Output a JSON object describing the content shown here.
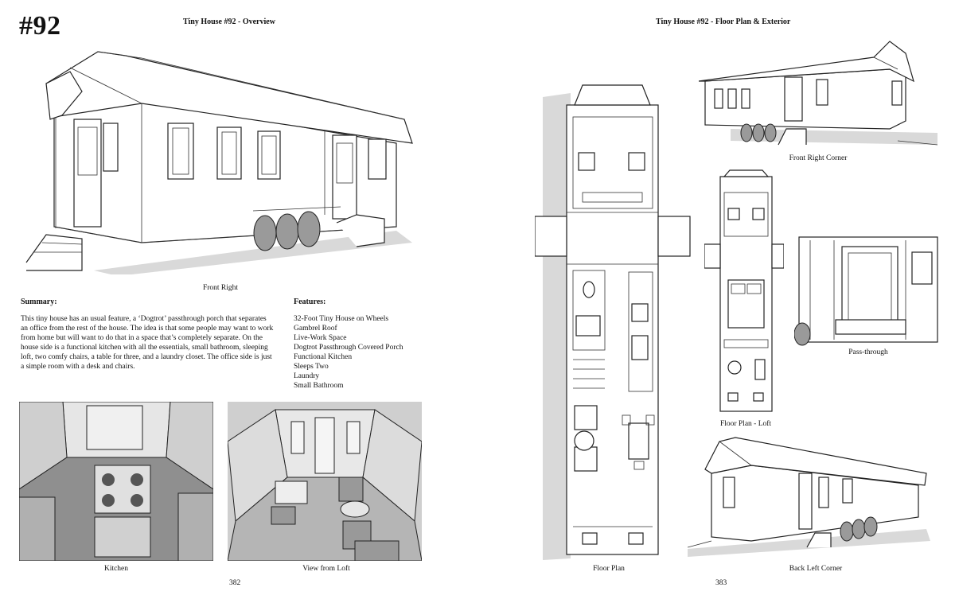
{
  "left_page": {
    "badge": "#92",
    "header": "Tiny House #92 - Overview",
    "captions": {
      "front_right": "Front Right",
      "kitchen": "Kitchen",
      "view_from_loft": "View from Loft"
    },
    "summary": {
      "heading": "Summary:",
      "text": "This tiny house has an usual feature, a ‘Dogtrot’ passthrough porch that separates an office from the rest of the house. The idea is that some people may want to work from home but will want to do that in a space that’s completely separate. On the house side is a functional kitchen with all the essentials, small bathroom, sleeping loft, two comfy chairs, a table for three, and a laundry closet. The office side is just a simple room with a desk and chairs."
    },
    "features": {
      "heading": "Features:",
      "items": [
        "32-Foot Tiny House on Wheels",
        "Gambrel Roof",
        "Live-Work Space",
        "Dogtrot Passthrough Covered Porch",
        "Functional Kitchen",
        "Sleeps Two",
        "Laundry",
        "Small Bathroom"
      ]
    },
    "page_number": "382"
  },
  "right_page": {
    "header": "Tiny House #92 - Floor Plan & Exterior",
    "captions": {
      "front_right_corner": "Front Right Corner",
      "pass_through": "Pass-through",
      "floor_plan_loft": "Floor Plan - Loft",
      "floor_plan": "Floor Plan",
      "back_left_corner": "Back Left Corner"
    },
    "page_number": "383"
  }
}
